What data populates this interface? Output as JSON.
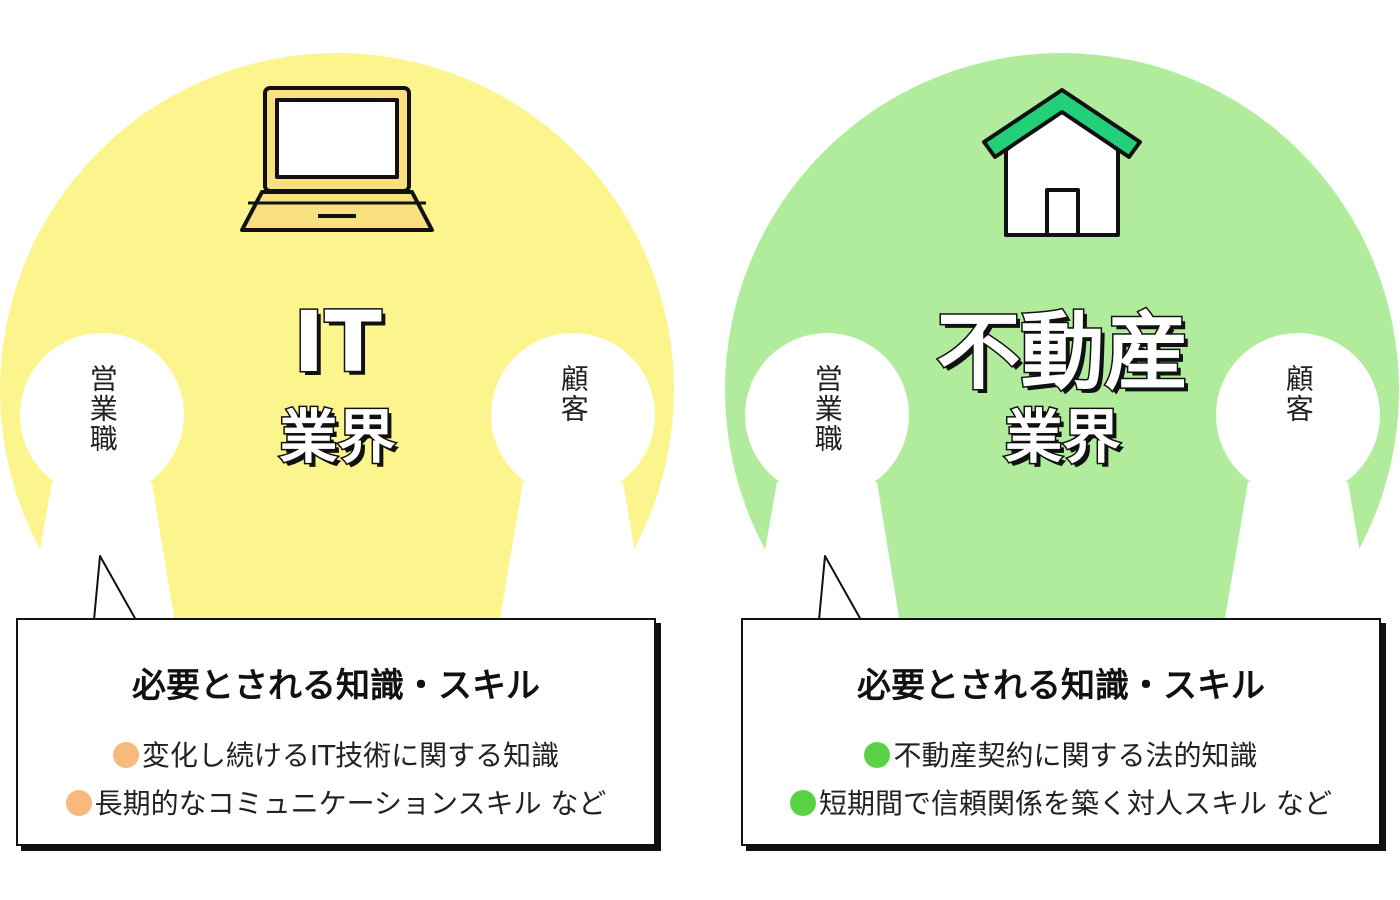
{
  "colors": {
    "it_circle": "#FCF58D",
    "it_accent": "#F9E07E",
    "it_dot": "#F7B97C",
    "re_circle": "#B1EC9D",
    "re_roof": "#22D07A",
    "re_dot": "#5BD246",
    "outline": "#111111"
  },
  "icons": {
    "it": "laptop-icon",
    "real_estate": "house-icon"
  },
  "it_panel": {
    "title": "IT",
    "subtitle": "業界",
    "left_person": "営業職",
    "right_person": "顧客",
    "bubble": {
      "heading": "必要とされる知識・スキル",
      "items": [
        "変化し続けるIT技術に関する知識",
        "長期的なコミュニケーションスキル など"
      ]
    }
  },
  "real_estate_panel": {
    "title": "不動産",
    "subtitle": "業界",
    "left_person": "営業職",
    "right_person": "顧客",
    "bubble": {
      "heading": "必要とされる知識・スキル",
      "items": [
        "不動産契約に関する法的知識",
        "短期間で信頼関係を築く対人スキル など"
      ]
    }
  }
}
